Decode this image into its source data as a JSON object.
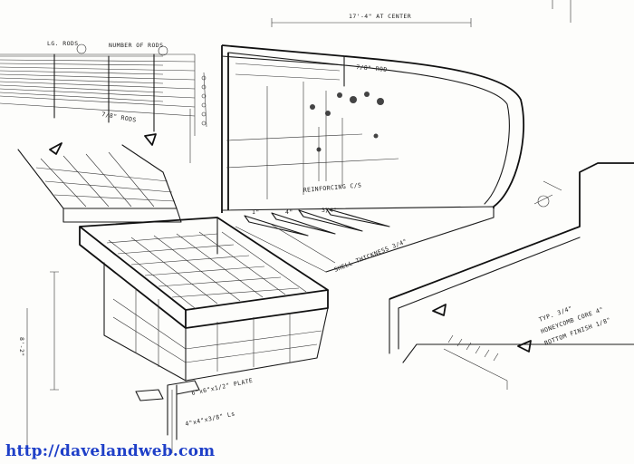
{
  "labels": {
    "top_center": "17'-4\" AT CENTER",
    "ring_left": "LG. RODS",
    "ring_right": "NUMBER OF RODS",
    "rod_note": "7/8\" RODS",
    "rod_note_right": "7/8\" ROD",
    "reinforcing": "REINFORCING C/S",
    "shell": "SHELL THICKNESS 3/4\"",
    "dim_1": "1\"",
    "dim_2": "4\"",
    "dim_3": "3/4\"",
    "plate": "6\"x6\"x1/2\" PLATE",
    "angle": "4\"x4\"x3/8\" Ls",
    "side_dim": "8'-2\"",
    "right_note_1": "TYP. 3/4\"",
    "right_note_2": "HONEYCOMB CORE 4\"",
    "right_note_3": "BOTTOM FINISH 1/8\""
  },
  "watermark": "http://davelandweb.com"
}
